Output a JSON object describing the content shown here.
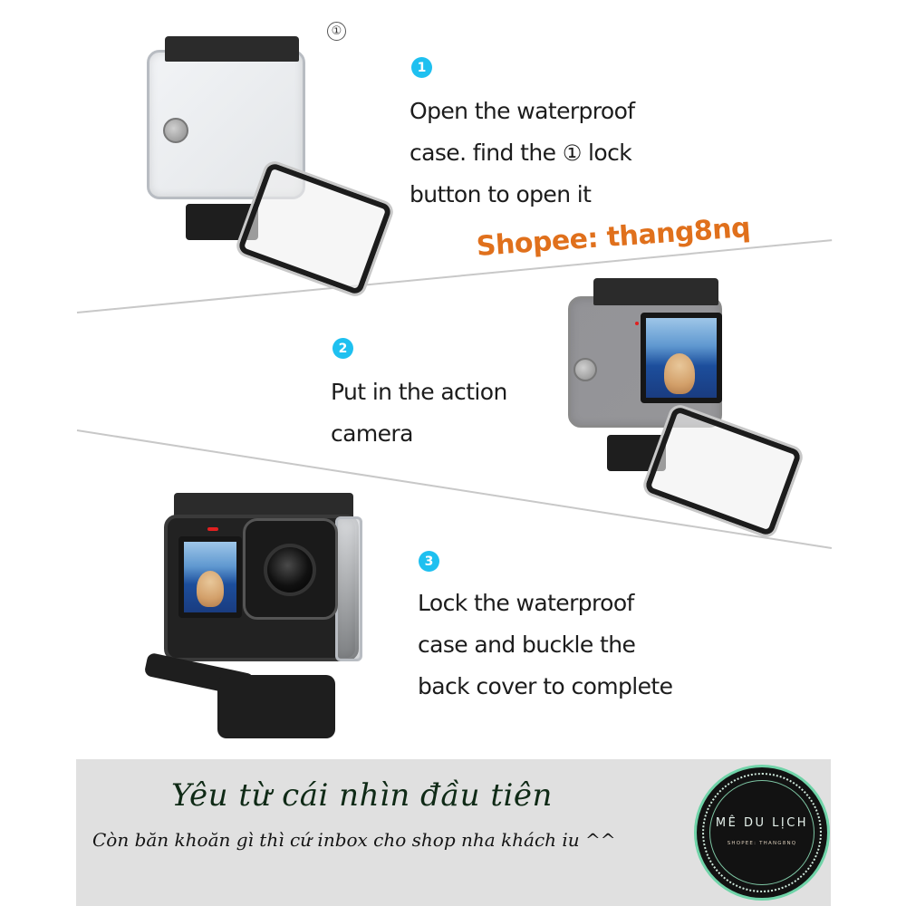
{
  "watermark": {
    "text": "Shopee: thang8nq",
    "color": "#e0701c"
  },
  "lock_marker": {
    "label": "①"
  },
  "steps": [
    {
      "number": "1",
      "lines": [
        "Open the waterproof",
        "case. find the",
        "button to open it"
      ],
      "inline_marker": "①",
      "inline_after": "lock"
    },
    {
      "number": "2",
      "lines": [
        "Put in the action",
        "camera"
      ]
    },
    {
      "number": "3",
      "lines": [
        "Lock the waterproof",
        "case and buckle the",
        "back cover to complete"
      ]
    }
  ],
  "products": [
    {
      "name": "open-waterproof-case",
      "description": "Open clear waterproof housing with back door hinged open"
    },
    {
      "name": "case-with-camera-inserted",
      "description": "Action camera inside housing, back door open, underwater selfie on screen"
    },
    {
      "name": "locked-case-with-camera",
      "description": "Sealed housing with camera, front lens, mount and thumbscrew"
    }
  ],
  "footer": {
    "title": "Yêu từ cái nhìn đầu tiên",
    "subtitle": "Còn băn khoăn gì thì cứ inbox cho shop nha khách iu ^^",
    "badge": {
      "name": "MÊ DU LỊCH",
      "sub": "SHOPEE: THANG8NQ"
    }
  },
  "colors": {
    "step_badge": "#1ec0f0",
    "divider": "#c8c8c8",
    "footer_bg": "#e0e0e0",
    "footer_title": "#0f2a16",
    "badge_bg": "#121212",
    "badge_accent": "#6fd3a8"
  }
}
